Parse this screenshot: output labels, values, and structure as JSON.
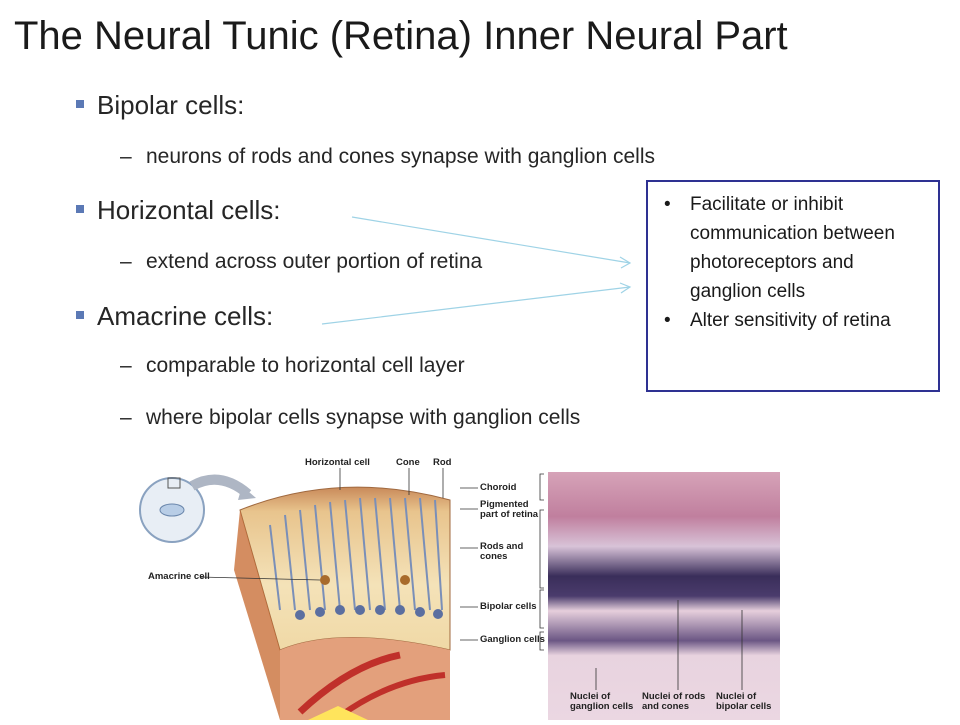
{
  "slide": {
    "title": "The Neural Tunic (Retina) Inner Neural Part",
    "items": [
      {
        "label": "Bipolar cells:",
        "subs": [
          "neurons of rods and cones synapse with ganglion cells"
        ]
      },
      {
        "label": "Horizontal cells:",
        "subs": [
          "extend across outer portion of retina"
        ]
      },
      {
        "label": "Amacrine cells:",
        "subs": [
          "comparable to horizontal cell layer",
          "where bipolar cells synapse with ganglion cells"
        ]
      }
    ],
    "dash": "–",
    "callout": [
      "Facilitate or inhibit communication between photoreceptors and ganglion cells",
      "Alter sensitivity of retina"
    ]
  },
  "figure": {
    "labels": {
      "horizontal_cell": "Horizontal cell",
      "cone": "Cone",
      "rod": "Rod",
      "amacrine_cell": "Amacrine cell",
      "choroid": "Choroid",
      "pigmented_1": "Pigmented",
      "pigmented_2": "part of retina",
      "rods_cones_1": "Rods and",
      "rods_cones_2": "cones",
      "bipolar_cells": "Bipolar cells",
      "ganglion_cells": "Ganglion cells",
      "nuclei_ganglion_1": "Nuclei of",
      "nuclei_ganglion_2": "ganglion cells",
      "nuclei_rods_1": "Nuclei of rods",
      "nuclei_rods_2": "and cones",
      "nuclei_bipolar_1": "Nuclei of",
      "nuclei_bipolar_2": "bipolar cells"
    }
  },
  "colors": {
    "bullet": "#5b79b5",
    "callout_border": "#2e3192",
    "arrow": "#9fd3e6"
  }
}
